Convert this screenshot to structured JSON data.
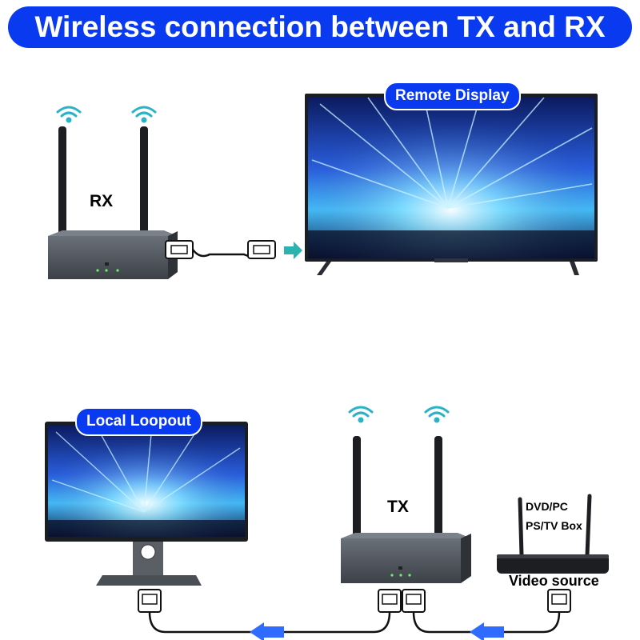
{
  "title": "Wireless connection between TX and RX",
  "labels": {
    "rx": "RX",
    "tx": "TX",
    "remote_display": "Remote Display",
    "local_loopout": "Local Loopout",
    "source_line1": "DVD/PC",
    "source_line2": "PS/TV Box",
    "video_source": "Video source"
  },
  "colors": {
    "banner": "#0a3af0",
    "device": "#4a4f56",
    "arrow_blue": "#2f6bff",
    "arrow_teal": "#2ab3b0",
    "wifi": "#2ab3c6"
  },
  "icons": [
    "wifi-icon",
    "hdmi-connector-icon",
    "arrow-icon"
  ]
}
